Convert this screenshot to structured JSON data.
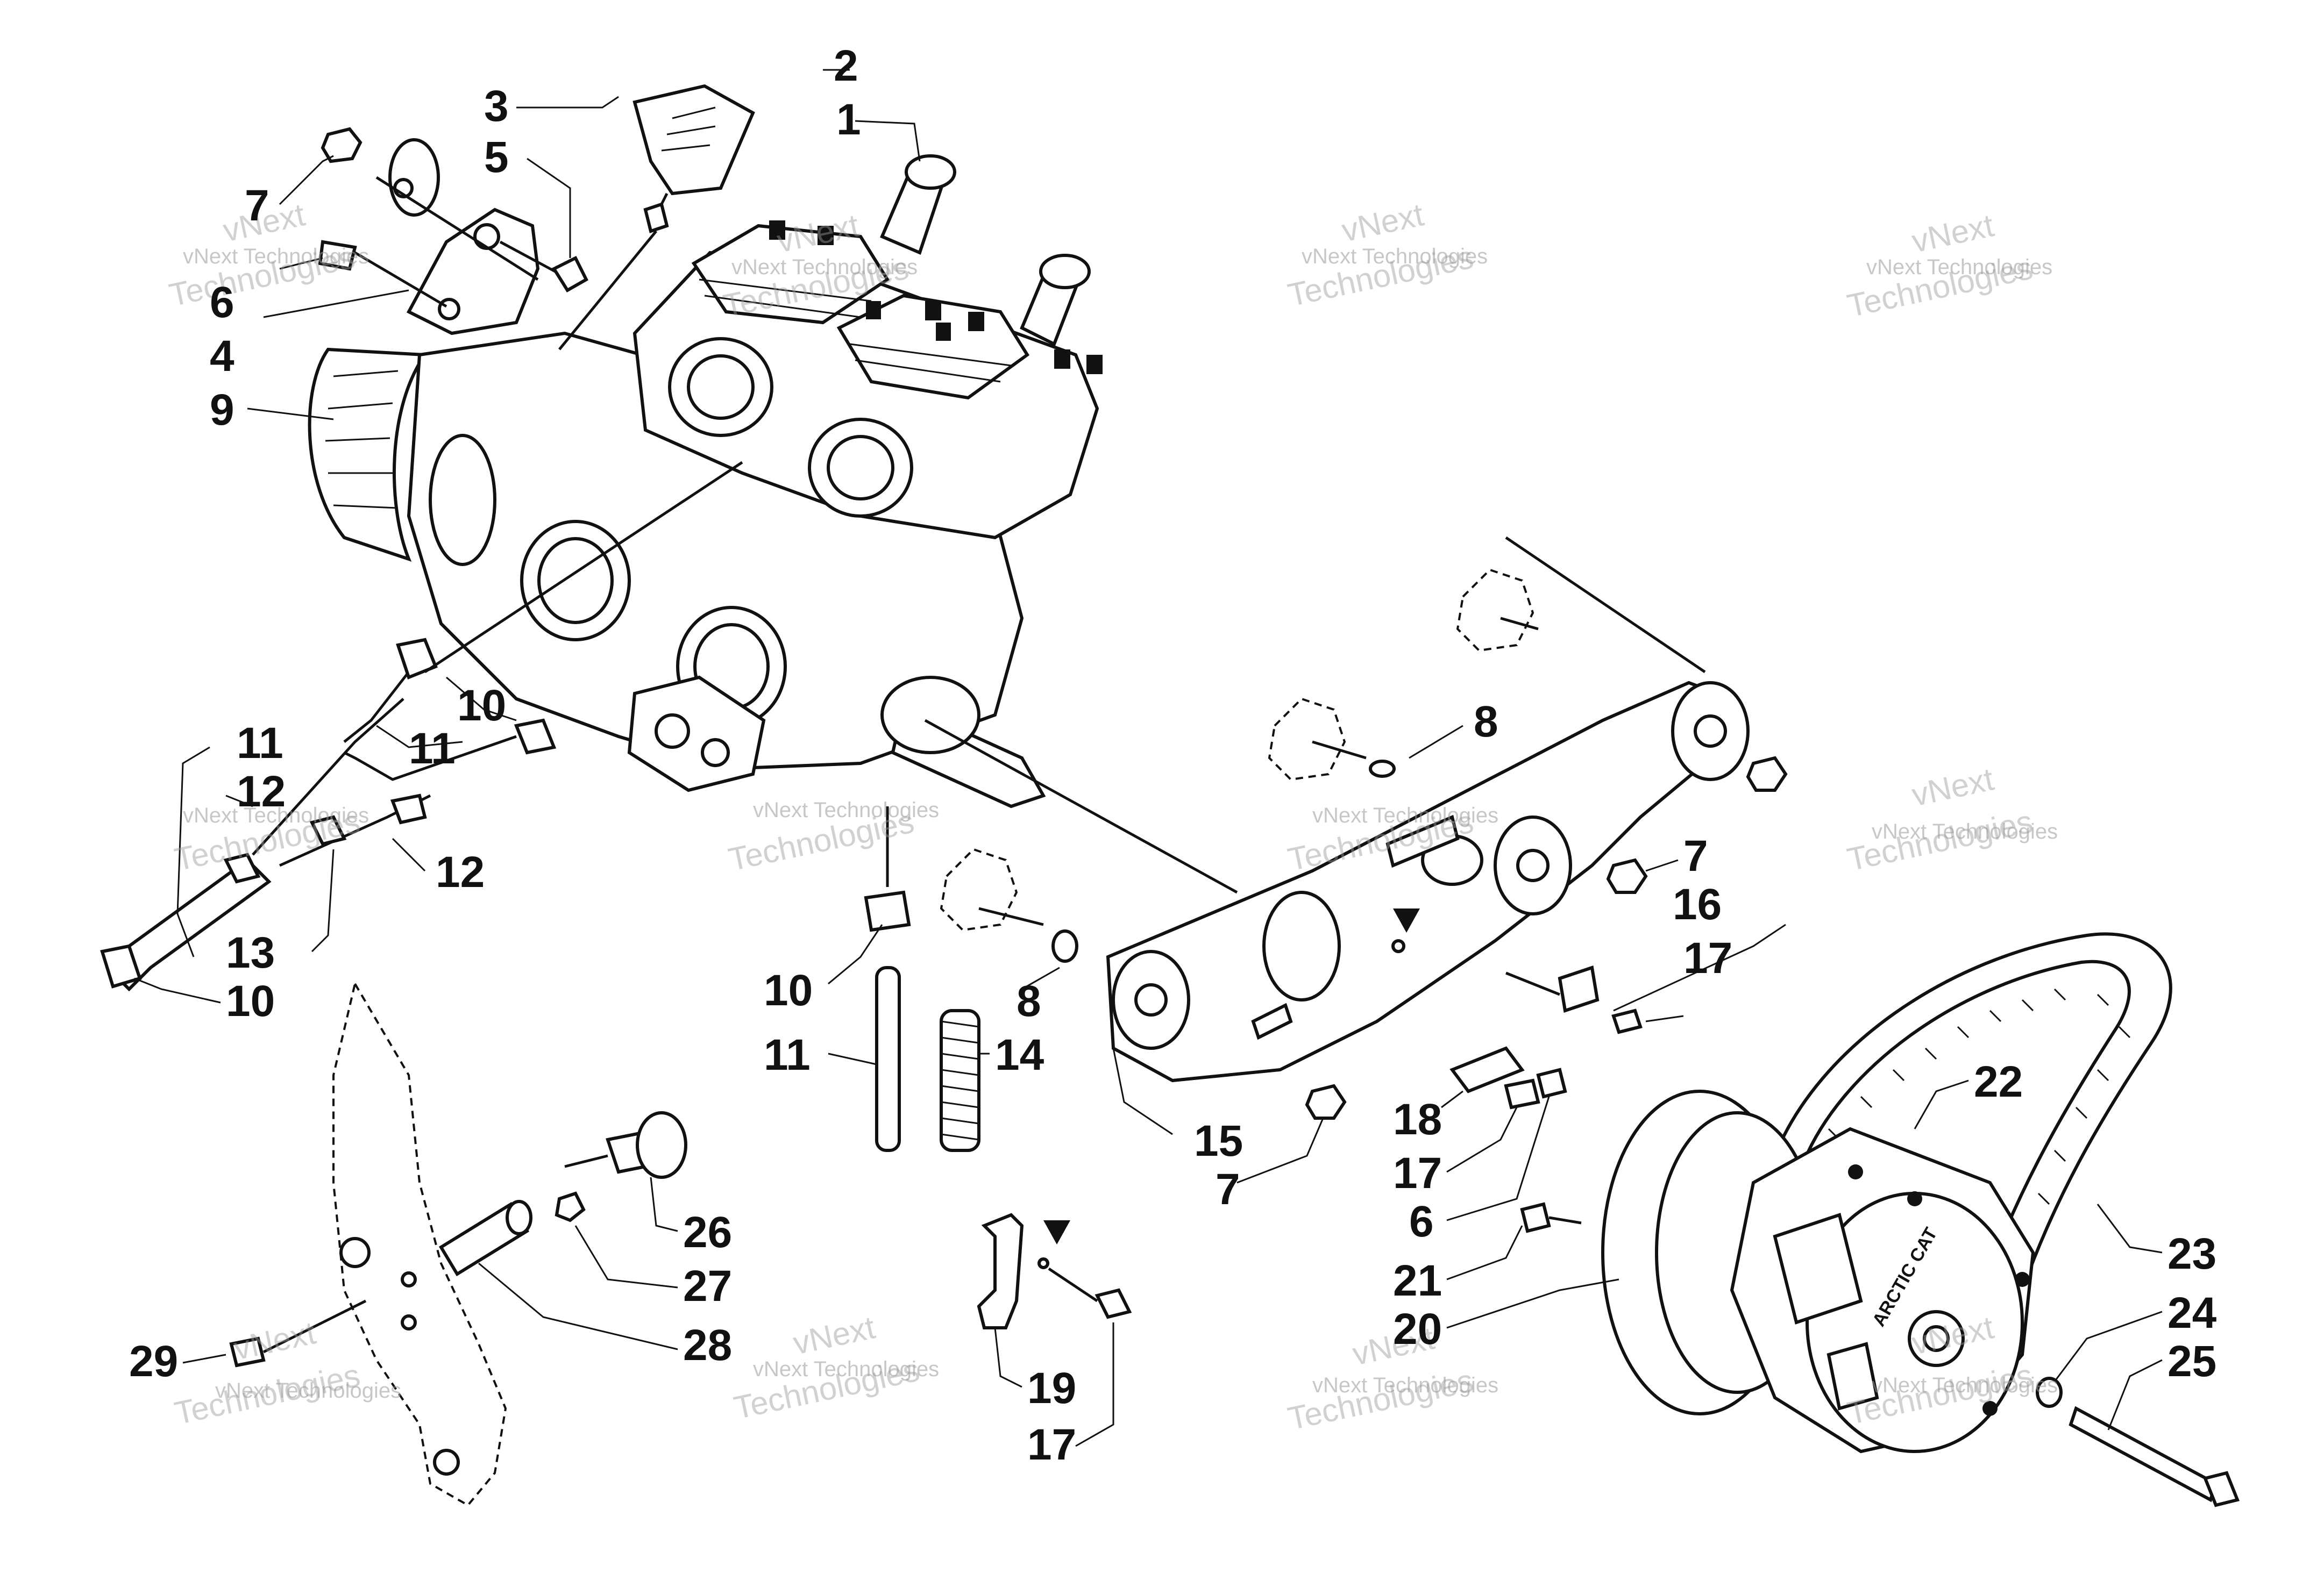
{
  "callouts": [
    {
      "id": "c1",
      "text": "1"
    },
    {
      "id": "c2",
      "text": "2"
    },
    {
      "id": "c3",
      "text": "3"
    },
    {
      "id": "c4",
      "text": "4"
    },
    {
      "id": "c5",
      "text": "5"
    },
    {
      "id": "c6a",
      "text": "6"
    },
    {
      "id": "c7a",
      "text": "7"
    },
    {
      "id": "c9",
      "text": "9"
    },
    {
      "id": "c8a",
      "text": "8"
    },
    {
      "id": "c7b",
      "text": "7"
    },
    {
      "id": "c16",
      "text": "16"
    },
    {
      "id": "c17a",
      "text": "17"
    },
    {
      "id": "c10a",
      "text": "10"
    },
    {
      "id": "c11a",
      "text": "11"
    },
    {
      "id": "c11b",
      "text": "11"
    },
    {
      "id": "c12a",
      "text": "12"
    },
    {
      "id": "c12b",
      "text": "12"
    },
    {
      "id": "c13",
      "text": "13"
    },
    {
      "id": "c10b",
      "text": "10"
    },
    {
      "id": "c10c",
      "text": "10"
    },
    {
      "id": "c11c",
      "text": "11"
    },
    {
      "id": "c14",
      "text": "14"
    },
    {
      "id": "c8b",
      "text": "8"
    },
    {
      "id": "c15",
      "text": "15"
    },
    {
      "id": "c7c",
      "text": "7"
    },
    {
      "id": "c18",
      "text": "18"
    },
    {
      "id": "c17b",
      "text": "17"
    },
    {
      "id": "c6b",
      "text": "6"
    },
    {
      "id": "c22",
      "text": "22"
    },
    {
      "id": "c23",
      "text": "23"
    },
    {
      "id": "c21",
      "text": "21"
    },
    {
      "id": "c20",
      "text": "20"
    },
    {
      "id": "c24",
      "text": "24"
    },
    {
      "id": "c25",
      "text": "25"
    },
    {
      "id": "c26",
      "text": "26"
    },
    {
      "id": "c27",
      "text": "27"
    },
    {
      "id": "c28",
      "text": "28"
    },
    {
      "id": "c29",
      "text": "29"
    },
    {
      "id": "c19",
      "text": "19"
    },
    {
      "id": "c17c",
      "text": "17"
    }
  ],
  "watermark": {
    "line1": "vNext Technologies",
    "line2": "vNext",
    "line3": "Technologies"
  },
  "clutch_label": "ARCTIC CAT"
}
